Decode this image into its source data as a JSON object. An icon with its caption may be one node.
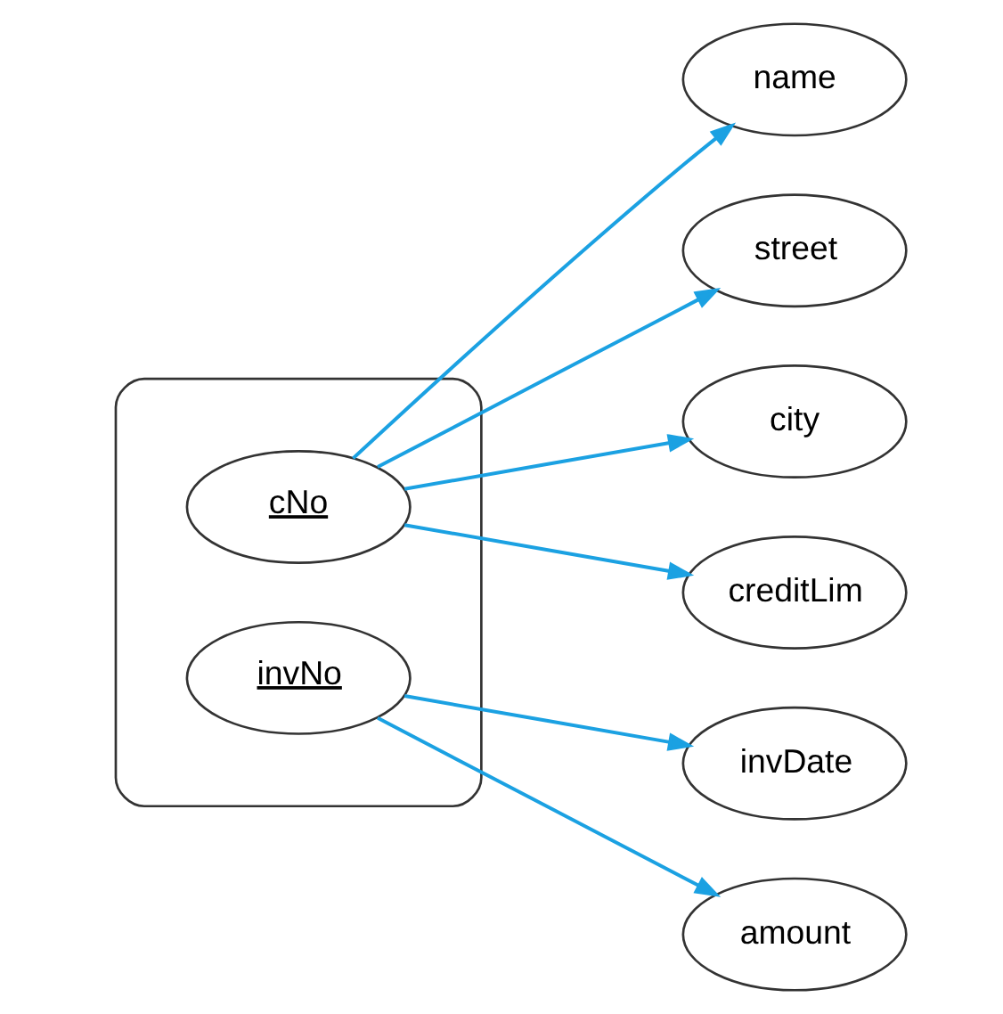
{
  "diagram": {
    "nodes": [
      {
        "text": [],
        "shape": "ellipse"
      },
      {
        "text": [
          "cNo"
        ],
        "in": 0
      },
      {
        "text": [
          "invNo"
        ],
        "in": 0
      },
      {
        "text": [
          "name"
        ]
      },
      {
        "text": [
          "street"
        ]
      },
      {
        "text": [
          "city"
        ]
      },
      {
        "text": [
          "creditLim"
        ]
      },
      {
        "text": [
          "invDate"
        ]
      },
      {
        "text": [
          "amount"
        ]
      }
    ],
    "edges": [
      {
        "from": 1,
        "to": 3,
        "arrow": "to"
      },
      {
        "from": 1,
        "to": 4,
        "arrow": "to"
      },
      {
        "from": 1,
        "to": 5,
        "arrow": "to"
      },
      {
        "from": 1,
        "to": 6,
        "arrow": "to"
      },
      {
        "from": 2,
        "to": 7,
        "arrow": "to"
      },
      {
        "from": 2,
        "to": 8,
        "arrow": "to"
      }
    ]
  }
}
